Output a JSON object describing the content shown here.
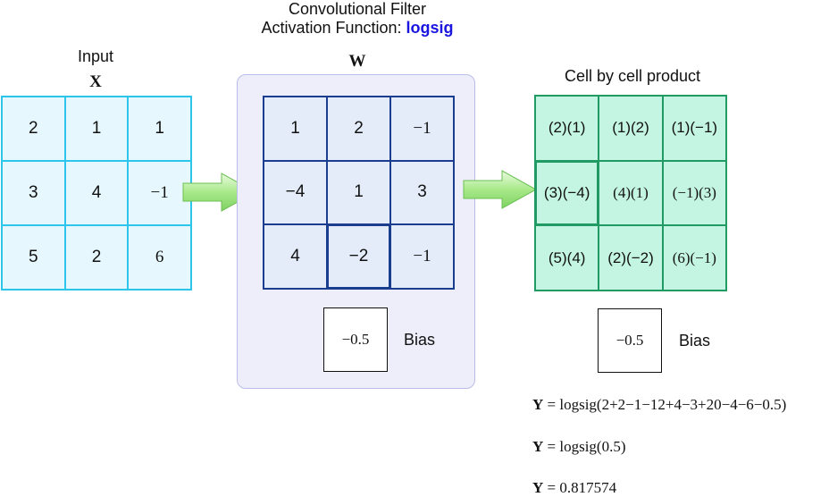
{
  "title": {
    "line1": "Convolutional Filter",
    "line2_prefix": "Activation Function: ",
    "line2_fn": "logsig",
    "fn_color": "#1a16e0"
  },
  "input": {
    "label": "Input",
    "symbol": "X",
    "cells": [
      "2",
      "1",
      "1",
      "3",
      "4",
      "−1",
      "5",
      "2",
      "6"
    ]
  },
  "filter": {
    "symbol": "W",
    "cells": [
      "1",
      "2",
      "−1",
      "−4",
      "1",
      "3",
      "4",
      "−2",
      "−1"
    ],
    "bias_value": "−0.5",
    "bias_label": "Bias"
  },
  "product": {
    "label": "Cell by cell product",
    "cells": [
      "(2)(1)",
      "(1)(2)",
      "(1)(−1)",
      "(3)(−4)",
      "(4)(1)",
      "(−1)(3)",
      "(5)(4)",
      "(2)(−2)",
      "(6)(−1)"
    ],
    "bias_value": "−0.5",
    "bias_label": "Bias"
  },
  "equations": [
    {
      "lhs": "Y",
      "rhs": " = logsig(2+2−1−12+4−3+20−4−6−0.5)"
    },
    {
      "lhs": "Y",
      "rhs": " = logsig(0.5)"
    },
    {
      "lhs": "Y",
      "rhs": " = 0.817574"
    }
  ],
  "colors": {
    "input_border": "#2cc6ec",
    "input_fill": "#e6f8fd",
    "weight_border": "#1a3d8f",
    "weight_fill": "#e4ecfa",
    "product_border": "#229a64",
    "product_fill": "#c4f5e2",
    "arrow_fill": "#a8e98a"
  }
}
